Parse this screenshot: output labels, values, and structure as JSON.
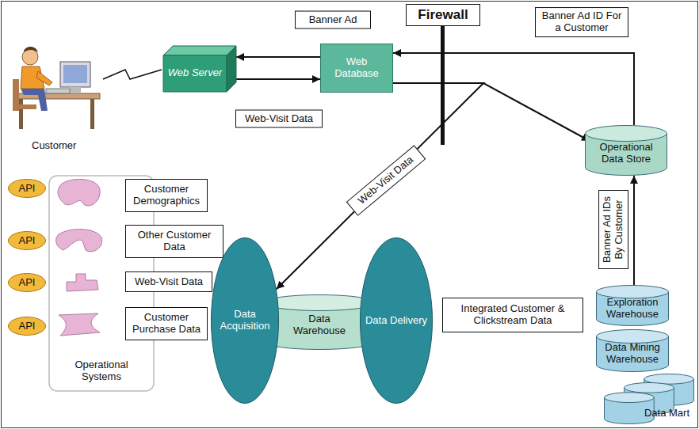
{
  "diagram": {
    "nodes": [
      {
        "text": [
          "Web Server"
        ]
      },
      {
        "text": [
          "Web Database"
        ]
      },
      {
        "text": [
          "Firewall"
        ]
      },
      {
        "text": [
          "Operational Data Store"
        ]
      },
      {
        "text": [
          "Operational Systems"
        ]
      },
      {
        "text": [
          "API"
        ]
      },
      {
        "text": [
          "Customer Demographics"
        ]
      },
      {
        "text": [
          "API"
        ]
      },
      {
        "text": [
          "Other Customer Data"
        ]
      },
      {
        "text": [
          "API"
        ]
      },
      {
        "text": [
          "Web-Visit Data"
        ]
      },
      {
        "text": [
          "API"
        ]
      },
      {
        "text": [
          "Customer Purchase Data"
        ]
      },
      {
        "text": [
          "Data Acquisition"
        ]
      },
      {
        "text": [
          "Data Warehouse"
        ]
      },
      {
        "text": [
          "Data Delivery"
        ]
      },
      {
        "text": [
          "Integrated Customer & Clickstream Data"
        ]
      },
      {
        "text": [
          "Exploration Warehouse"
        ]
      },
      {
        "text": [
          "Data Mining Warehouse"
        ]
      },
      {
        "text": [
          "Data Mart"
        ]
      }
    ],
    "edges": [
      {
        "from": 1,
        "to": 0,
        "arrow": "to",
        "label": "Banner Ad"
      },
      {
        "from": 0,
        "to": 1,
        "arrow": "to",
        "label": "Web-Visit Data"
      },
      {
        "from": 3,
        "to": 1,
        "arrow": "to",
        "label": "Banner Ad ID For a Customer"
      },
      {
        "from": 1,
        "to": 3,
        "arrow": "to"
      },
      {
        "from": 1,
        "to": 13,
        "arrow": "to",
        "label": "Web-Visit Data"
      },
      {
        "from": 17,
        "to": 3,
        "arrow": "to",
        "label": "Banner Ad IDs By Customer"
      }
    ],
    "labels": [
      "Customer"
    ]
  }
}
